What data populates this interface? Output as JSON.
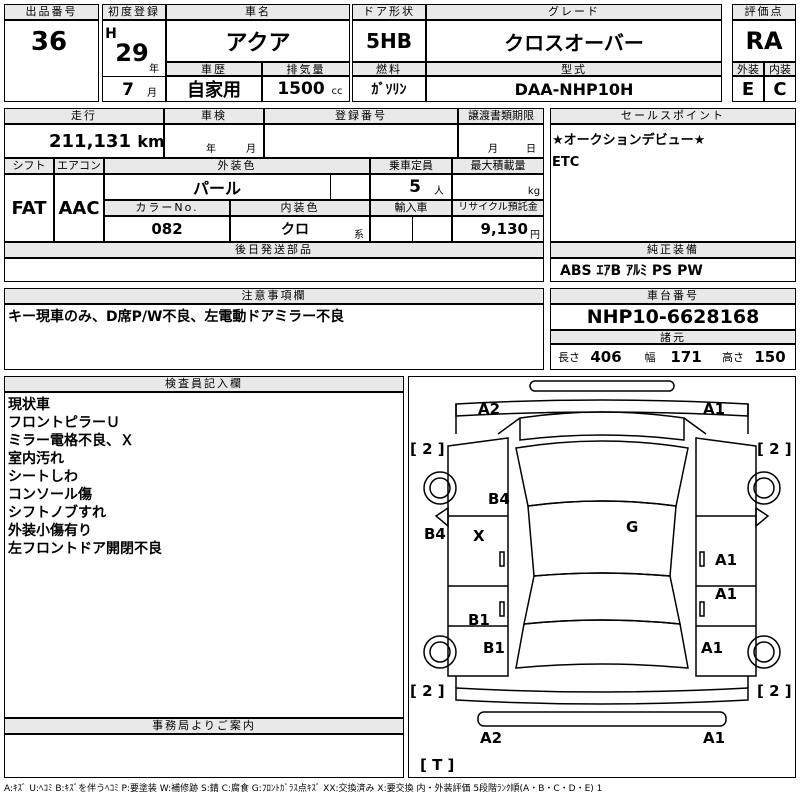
{
  "lot": {
    "label": "出品番号",
    "value": "36"
  },
  "first_reg": {
    "label": "初度登録",
    "era": "H",
    "year": "29",
    "year_unit": "年",
    "month": "7",
    "month_unit": "月"
  },
  "car_name": {
    "label": "車名",
    "value": "アクア"
  },
  "door": {
    "label": "ドア形状",
    "value": "5HB"
  },
  "grade": {
    "label": "グレード",
    "value": "クロスオーバー"
  },
  "score": {
    "label": "評価点",
    "value": "RA"
  },
  "history": {
    "label": "車歴",
    "value": "自家用"
  },
  "displacement": {
    "label": "排気量",
    "value": "1500",
    "unit": "cc"
  },
  "fuel": {
    "label": "燃料",
    "value": "ｶﾞｿﾘﾝ"
  },
  "model": {
    "label": "型式",
    "value": "DAA-NHP10H"
  },
  "ext_grade": {
    "label": "外装",
    "value": "E"
  },
  "int_grade": {
    "label": "内装",
    "value": "C"
  },
  "mileage": {
    "label": "走行",
    "value": "211,131",
    "unit": "km"
  },
  "inspection": {
    "label": "車検",
    "year_unit": "年",
    "month_unit": "月"
  },
  "registration": {
    "label": "登録番号"
  },
  "transfer": {
    "label": "譲渡書類期限",
    "month_unit": "月",
    "day_unit": "日"
  },
  "sales_point": {
    "label": "セールスポイント",
    "text": "★オークションデビュー★\nETC"
  },
  "shift": {
    "label": "シフト",
    "value": "FAT"
  },
  "aircon": {
    "label": "エアコン",
    "value": "AAC"
  },
  "ext_color": {
    "label": "外装色",
    "value": "パール"
  },
  "capacity": {
    "label": "乗車定員",
    "value": "5",
    "unit": "人"
  },
  "max_load": {
    "label": "最大積載量",
    "unit": "kg"
  },
  "color_no": {
    "label": "カラーNo.",
    "value": "082"
  },
  "int_color": {
    "label": "内装色",
    "value": "クロ",
    "unit": "系"
  },
  "import": {
    "label": "輸入車"
  },
  "recycle": {
    "label": "リサイクル預託金",
    "value": "9,130",
    "unit": "円"
  },
  "later_parts": {
    "label": "後日発送部品"
  },
  "equipment": {
    "label": "純正装備",
    "value": "ABS ｴｱB ｱﾙﾐ PS PW"
  },
  "caution": {
    "label": "注意事項欄",
    "text": "キー現車のみ、D席P/W不良、左電動ドアミラー不良"
  },
  "chassis": {
    "label": "車台番号",
    "value": "NHP10-6628168"
  },
  "dimensions": {
    "label": "諸元",
    "length_label": "長さ",
    "length": "406",
    "width_label": "幅",
    "width": "171",
    "height_label": "高さ",
    "height": "150"
  },
  "inspector": {
    "label": "検査員記入欄",
    "text": "現状車\nフロントピラーＵ\nミラー電格不良、Ｘ\n室内汚れ\nシートしわ\nコンソール傷\nシフトノブすれ\n外装小傷有り\n左フロントドア開閉不良"
  },
  "office": {
    "label": "事務局よりご案内"
  },
  "diagram": {
    "marks": {
      "front_left": "A2",
      "front_right": "A1",
      "rear_left": "A2",
      "rear_right": "A1",
      "roof": "G",
      "left_pillar": "B4",
      "left_front_door_x": "X",
      "left_side": "B4",
      "left_rear_door": "B1",
      "left_rear_qtr": "B1",
      "right_front_door": "A1",
      "right_rear_door": "A1",
      "right_rear_qtr": "A1",
      "tire_fl": "[ 2 ]",
      "tire_fr": "[ 2 ]",
      "tire_rl": "[ 2 ]",
      "tire_rr": "[ 2 ]",
      "trunk": "[ T ]"
    }
  },
  "legend": "A:ｷｽﾞ U:ﾍｺﾐ B:ｷｽﾞを伴うﾍｺﾐ P:要塗装 W:補修跡 S:錆 C:腐食 G:ﾌﾛﾝﾄｶﾞﾗｽ点ｷｽﾞ XX:交換済み X:要交換 内・外装評価 5段階ﾗﾝｸ順(A・B・C・D・E) 1"
}
